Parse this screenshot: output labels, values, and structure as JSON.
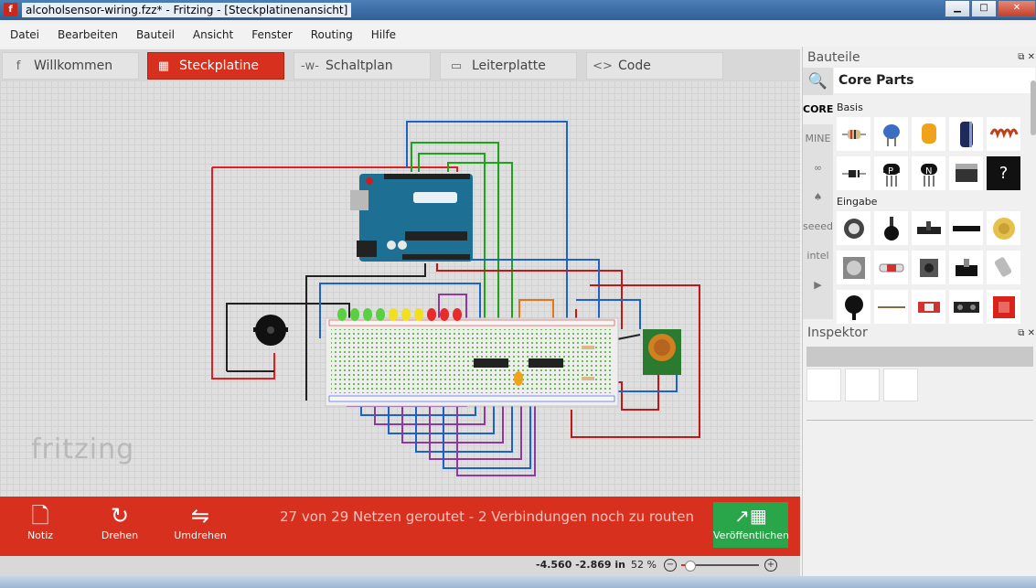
{
  "window": {
    "title": "alcoholsensor-wiring.fzz* - Fritzing - [Steckplatinenansicht]",
    "app_icon": "f",
    "minimize": "▁",
    "maximize": "□",
    "close": "✕"
  },
  "menu": [
    "Datei",
    "Bearbeiten",
    "Bauteil",
    "Ansicht",
    "Fenster",
    "Routing",
    "Hilfe"
  ],
  "tabs": [
    {
      "label": "Willkommen",
      "icon": "f",
      "icon_name": "fritzing-f-icon"
    },
    {
      "label": "Steckplatine",
      "icon": "▦",
      "icon_name": "breadboard-icon"
    },
    {
      "label": "Schaltplan",
      "icon": "-w-",
      "icon_name": "schematic-icon"
    },
    {
      "label": "Leiterplatte",
      "icon": "▭",
      "icon_name": "pcb-icon"
    },
    {
      "label": "Code",
      "icon": "<>",
      "icon_name": "code-icon"
    }
  ],
  "canvas": {
    "logo": "fritzing"
  },
  "toolbar": {
    "note": {
      "label": "Notiz",
      "icon": "🗋"
    },
    "rotate": {
      "label": "Drehen",
      "icon": "↻"
    },
    "flip": {
      "label": "Umdrehen",
      "icon": "⇋"
    },
    "status": "27 von 29 Netzen geroutet - 2 Verbindungen noch zu routen",
    "publish": {
      "label": "Veröffentlichen",
      "icon": "↗▦"
    }
  },
  "statusbar": {
    "coords": "-4.560 -2.869 in",
    "zoom": "52 %",
    "zoom_minus": "−",
    "zoom_plus": "+",
    "zoom_fraction": 0.1
  },
  "parts_panel": {
    "title": "Bauteile",
    "bin_name": "Core Parts",
    "bins": [
      "CORE",
      "MINE",
      "∞",
      "♠",
      "seeed",
      "intel",
      "▶"
    ],
    "section_basis": "Basis",
    "section_eingabe": "Eingabe",
    "basis_parts": [
      "resistor",
      "ceramic-capacitor",
      "tantalum-capacitor",
      "electrolytic-capacitor",
      "inductor",
      "diode",
      "pnp-transistor",
      "npn-transistor",
      "fet-transistor",
      "mystery-part"
    ],
    "eingabe_parts": [
      "potentiometer",
      "rotary-potentiometer",
      "slide-potentiometer",
      "header-potentiometer",
      "piezo-sensor",
      "rotary-encoder",
      "pushbutton",
      "tactile-switch",
      "toggle-switch",
      "tilt-switch",
      "force-sensor",
      "flex-sensor",
      "ldr-sensor",
      "ir-sensor",
      "breakout-board"
    ]
  },
  "inspector": {
    "title": "Inspektor"
  },
  "colors": {
    "accent": "#d8301f",
    "publish": "#29a64a",
    "arduino": "#1d6f94"
  }
}
